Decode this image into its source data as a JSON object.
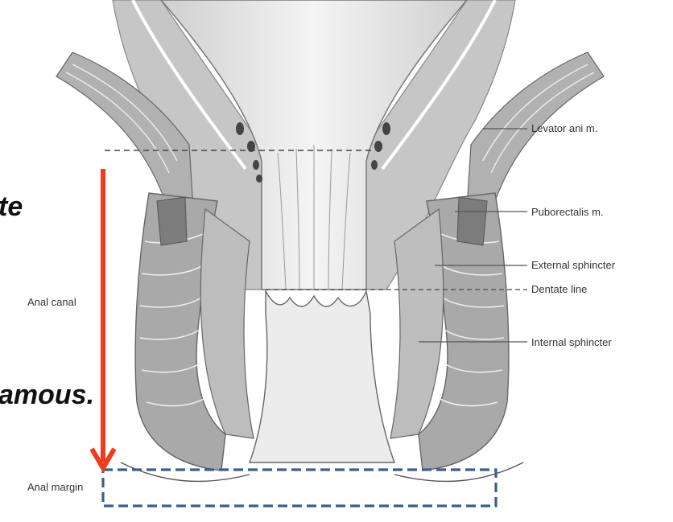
{
  "labels": {
    "levator": "Levator ani m.",
    "puborectalis": "Puborectalis m.",
    "external": "External sphincter",
    "dentate": "Dentate line",
    "internal": "Internal sphincter",
    "anal_canal": "Anal canal",
    "anal_margin": "Anal margin"
  },
  "overlay_text": {
    "fragment_1": "te",
    "fragment_2": "amous."
  },
  "colors": {
    "arrow": "#f03a1e",
    "margin_box": "#3b5f8a",
    "muscle": "#a9a9a9",
    "muscle_dark": "#7c7c7c",
    "mucosa": "#e6e6e6",
    "leader": "#555555"
  }
}
